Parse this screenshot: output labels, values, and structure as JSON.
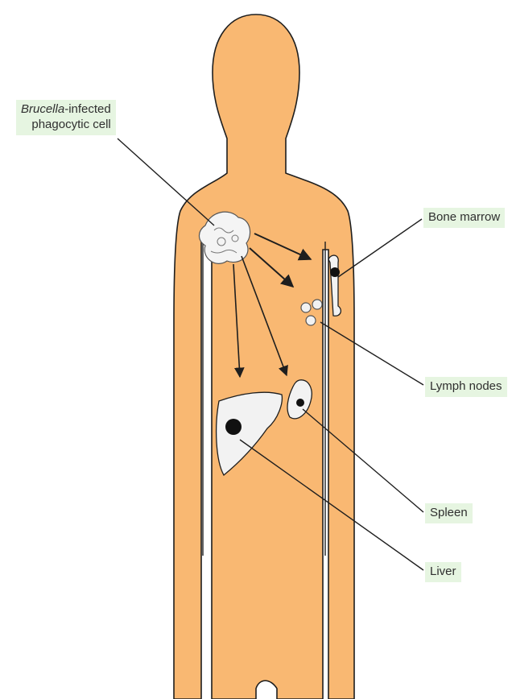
{
  "labels": {
    "infected_cell_italic": "Brucella",
    "infected_cell_rest": "-infected",
    "infected_cell_line2": "phagocytic cell",
    "bone_marrow": "Bone marrow",
    "lymph_nodes": "Lymph nodes",
    "spleen": "Spleen",
    "liver": "Liver"
  },
  "colors": {
    "body_fill": "#f9b872",
    "outline": "#1e1e1e",
    "label_bg": "#e6f5e1",
    "organ_fill": "#f2f2f2"
  }
}
